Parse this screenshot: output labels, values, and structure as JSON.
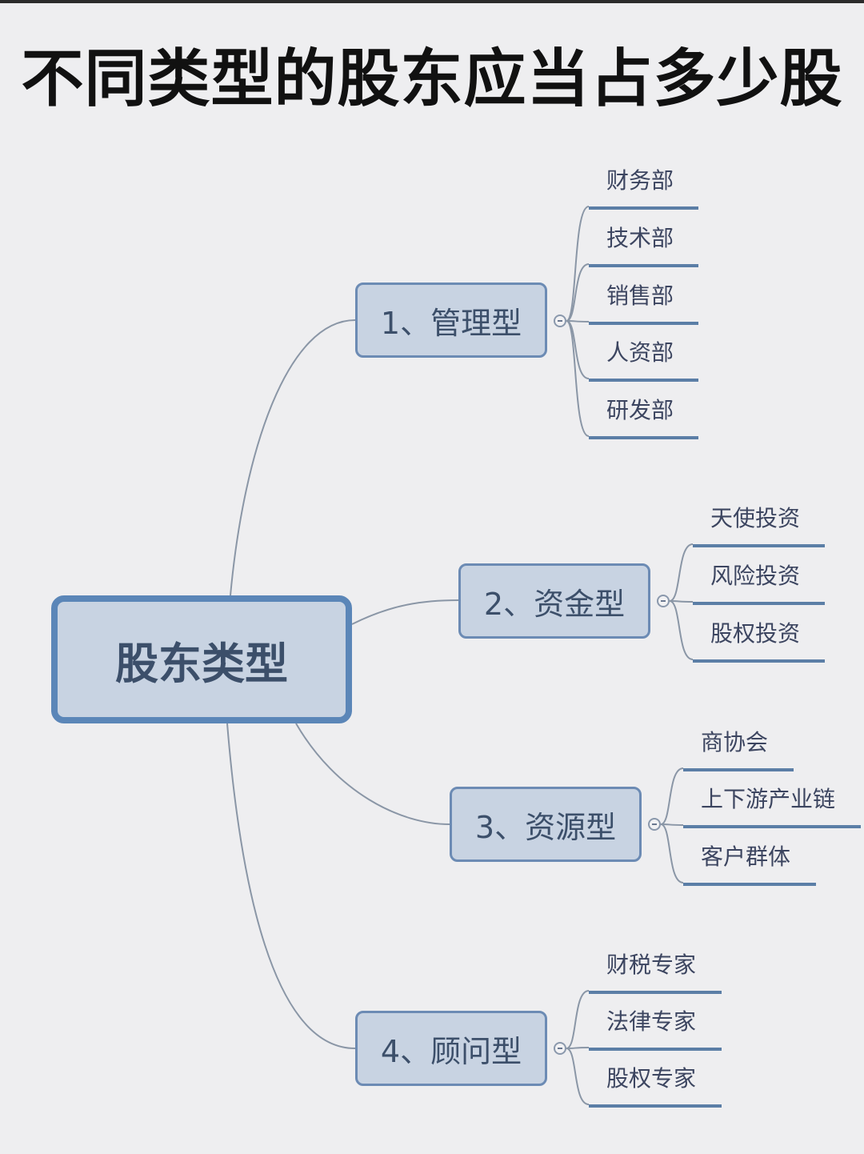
{
  "title": "不同类型的股东应当占多少股",
  "root": {
    "label": "股东类型"
  },
  "categories": [
    {
      "label": "1、管理型",
      "children": [
        "财务部",
        "技术部",
        "销售部",
        "人资部",
        "研发部"
      ]
    },
    {
      "label": "2、资金型",
      "children": [
        "天使投资",
        "风险投资",
        "股权投资"
      ]
    },
    {
      "label": "3、资源型",
      "children": [
        "商协会",
        "上下游产业链",
        "客户群体"
      ]
    },
    {
      "label": "4、顾问型",
      "children": [
        "财税专家",
        "法律专家",
        "股权专家"
      ]
    }
  ],
  "colors": {
    "background": "#eeeef0",
    "node_fill": "#c8d3e2",
    "node_border": "#6c8bb4",
    "root_border": "#5b86b8",
    "leaf_underline": "#5b7ea6",
    "text": "#3c4f6a"
  }
}
